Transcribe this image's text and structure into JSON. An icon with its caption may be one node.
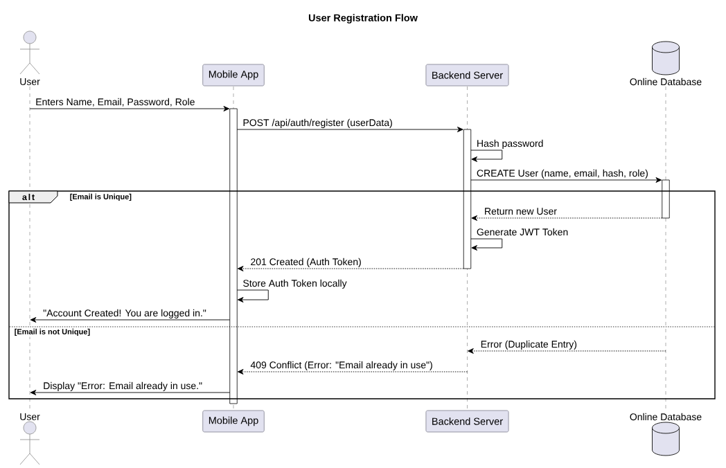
{
  "diagram": {
    "title": "User Registration Flow",
    "nodes": [
      {
        "text": [
          "User"
        ]
      },
      {
        "text": [
          "Mobile App"
        ]
      },
      {
        "text": [
          "Backend Server"
        ]
      },
      {
        "text": [
          "Online Database"
        ]
      },
      {
        "text": [],
        "shape": "line"
      },
      {
        "text": [],
        "shape": "line"
      },
      {
        "text": [],
        "shape": "line"
      },
      {
        "text": [],
        "shape": "line"
      },
      {
        "text": [],
        "shape": "bar"
      },
      {
        "text": [],
        "shape": "bar"
      },
      {
        "text": [],
        "shape": "bar"
      },
      {
        "text": [
          "alt"
        ]
      },
      {
        "text": [
          "User"
        ]
      },
      {
        "text": [
          "Mobile App"
        ]
      },
      {
        "text": [
          "Backend Server"
        ]
      },
      {
        "text": [
          "Online Database"
        ]
      }
    ],
    "edges": [
      {
        "from": 4,
        "to": 8,
        "arrow": "to",
        "label": "Enters Name, Email, Password, Role"
      },
      {
        "from": 8,
        "to": 9,
        "arrow": "to",
        "label": "POST /api/auth/register (userData)"
      },
      {
        "from": 9,
        "to": 9,
        "arrow": "to",
        "label": "Hash password"
      },
      {
        "from": 9,
        "to": 10,
        "arrow": "to",
        "label": "CREATE User (name, email, hash, role)"
      },
      {
        "from": 10,
        "to": 9,
        "arrow": "to",
        "label": "Return new User",
        "style": "dashed"
      },
      {
        "from": 9,
        "to": 9,
        "arrow": "to",
        "label": "Generate JWT Token"
      },
      {
        "from": 9,
        "to": 8,
        "arrow": "to",
        "label": "201 Created (Auth Token)",
        "style": "dashed"
      },
      {
        "from": 8,
        "to": 8,
        "arrow": "to",
        "label": "Store Auth Token locally"
      },
      {
        "from": 8,
        "to": 4,
        "arrow": "to",
        "label": "\"Account Created! You are logged in.\""
      },
      {
        "from": 7,
        "to": 6,
        "arrow": "to",
        "label": "Error (Duplicate Entry)",
        "style": "dashed"
      },
      {
        "from": 6,
        "to": 8,
        "arrow": "to",
        "label": "409 Conflict (Error: \"Email already in use\")",
        "style": "dashed"
      },
      {
        "from": 8,
        "to": 4,
        "arrow": "to",
        "label": "Display \"Error: Email already in use.\""
      }
    ],
    "labels": [
      "[Email is Unique]",
      "[Email is not Unique]"
    ]
  }
}
